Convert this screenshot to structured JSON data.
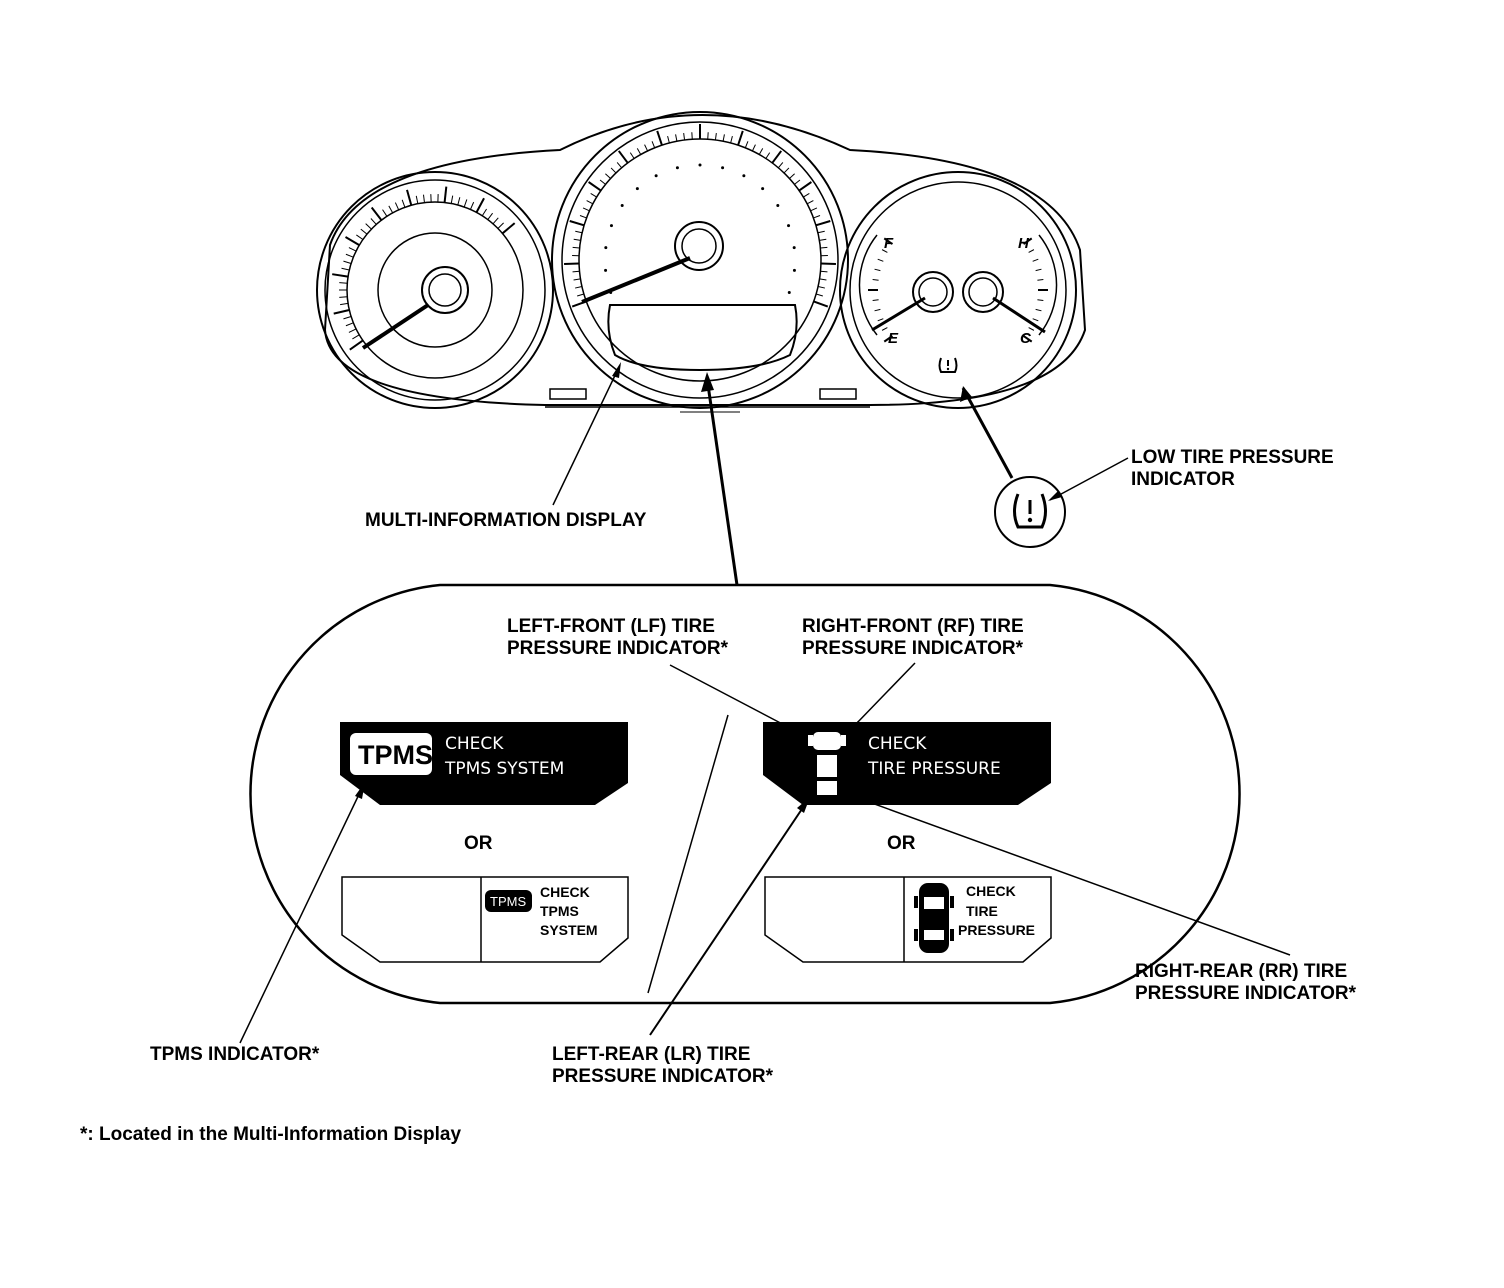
{
  "cluster": {
    "gauge_letters": {
      "fuel_full": "F",
      "fuel_empty": "E",
      "temp_hot": "H",
      "temp_cold": "C"
    }
  },
  "labels": {
    "low_tire_line1": "LOW TIRE PRESSURE",
    "low_tire_line2": "INDICATOR",
    "mid": "MULTI-INFORMATION DISPLAY",
    "lf_line1": "LEFT-FRONT (LF) TIRE",
    "lf_line2": "PRESSURE INDICATOR*",
    "rf_line1": "RIGHT-FRONT (RF) TIRE",
    "rf_line2": "PRESSURE INDICATOR*",
    "rr_line1": "RIGHT-REAR (RR) TIRE",
    "rr_line2": "PRESSURE INDICATOR*",
    "lr_line1": "LEFT-REAR (LR) TIRE",
    "lr_line2": "PRESSURE INDICATOR*",
    "tpms_indicator": "TPMS INDICATOR*"
  },
  "displays": {
    "tpms_badge": "TPMS",
    "tpms_msg_line1": "CHECK",
    "tpms_msg_line2": "TPMS SYSTEM",
    "tire_msg_line1": "CHECK",
    "tire_msg_line2": "TIRE PRESSURE",
    "or_left": "OR",
    "or_right": "OR",
    "alt_tpms_badge": "TPMS",
    "alt_tpms_line1": "CHECK",
    "alt_tpms_line2": "TPMS",
    "alt_tpms_line3": "SYSTEM",
    "alt_tire_line1": "CHECK",
    "alt_tire_line2": "TIRE",
    "alt_tire_line3": "PRESSURE"
  },
  "footnote": "*: Located in the Multi-Information Display"
}
